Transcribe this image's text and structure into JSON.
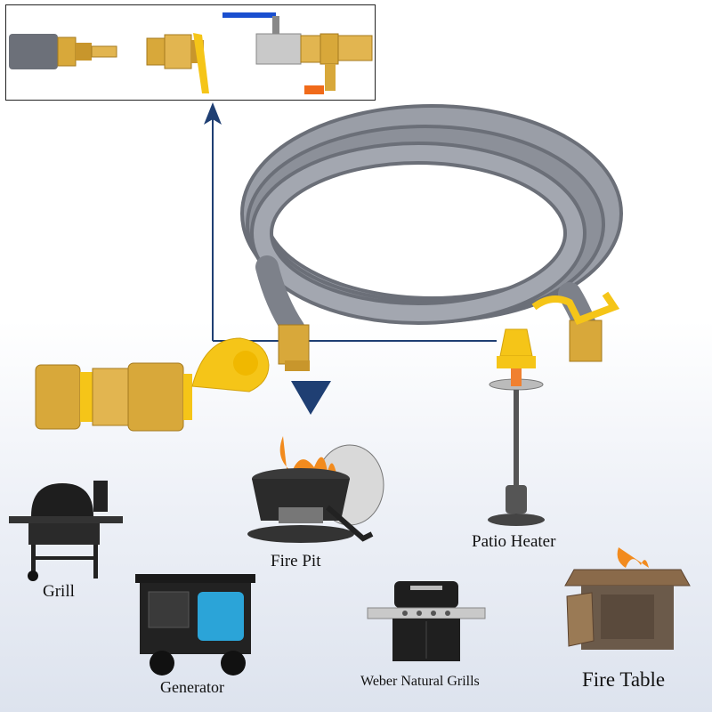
{
  "appliances": {
    "grill": "Grill",
    "fire_pit": "Fire Pit",
    "patio_heater": "Patio Heater",
    "generator": "Generator",
    "weber": "Weber Natural Grills",
    "fire_table": "Fire Table"
  },
  "colors": {
    "hose_gray": "#8c9099",
    "hose_dark": "#6b6f78",
    "brass": "#d8a83a",
    "brass_dark": "#a57a1e",
    "cap_yellow": "#f5c518",
    "arrow_navy": "#1f3f73",
    "valve_handle": "#1a4fcf"
  },
  "icons": [
    "hose-coil-icon",
    "quick-connect-fitting-icon",
    "ball-valve-icon",
    "dust-cap-icon",
    "grill-icon",
    "fire-pit-icon",
    "patio-heater-icon",
    "generator-icon",
    "weber-grill-icon",
    "fire-table-icon",
    "arrow-up-icon",
    "arrow-down-icon"
  ]
}
